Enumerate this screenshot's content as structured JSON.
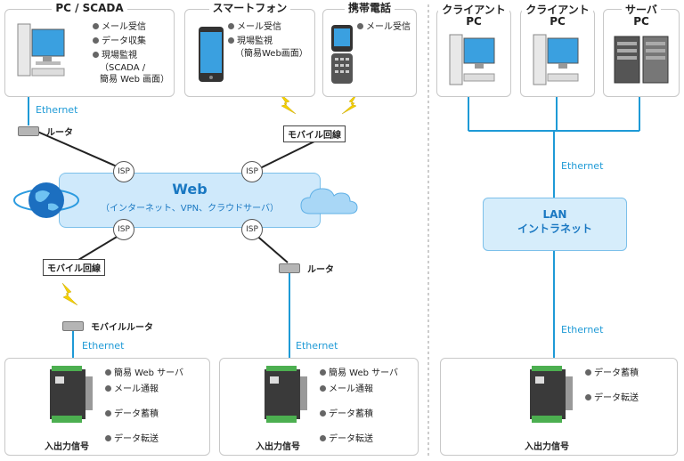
{
  "panels": {
    "pc_scada": {
      "title": "PC / SCADA",
      "features": [
        "メール受信",
        "データ収集",
        "現場監視"
      ],
      "note1": "（SCADA /",
      "note2": "簡易 Web 画面）"
    },
    "smartphone": {
      "title": "スマートフォン",
      "features": [
        "メール受信",
        "現場監視"
      ],
      "note1": "（簡易Web画面）"
    },
    "mobile": {
      "title": "携帯電話",
      "features": [
        "メール受信"
      ]
    },
    "client1": {
      "title1": "クライアント",
      "title2": "PC"
    },
    "client2": {
      "title1": "クライアント",
      "title2": "PC"
    },
    "server": {
      "title1": "サーバ",
      "title2": "PC"
    }
  },
  "network": {
    "ethernet": "Ethernet",
    "router": "ルータ",
    "mobile_line": "モバイル回線",
    "mobile_router": "モバイルルータ",
    "isp": "ISP",
    "web_title": "Web",
    "web_sub": "（インターネット、VPN、クラウドサーバ）",
    "lan_title": "LAN",
    "lan_sub": "イントラネット"
  },
  "devices": {
    "full_features": [
      "簡易 Web サーバ",
      "メール通報",
      "データ蓄積",
      "データ転送"
    ],
    "lan_features": [
      "データ蓄積",
      "データ転送"
    ],
    "io": "入出力信号"
  },
  "colors": {
    "accent": "#1e9ad6",
    "cloud": "#cfe9fb",
    "lightning": "#f5d000"
  }
}
